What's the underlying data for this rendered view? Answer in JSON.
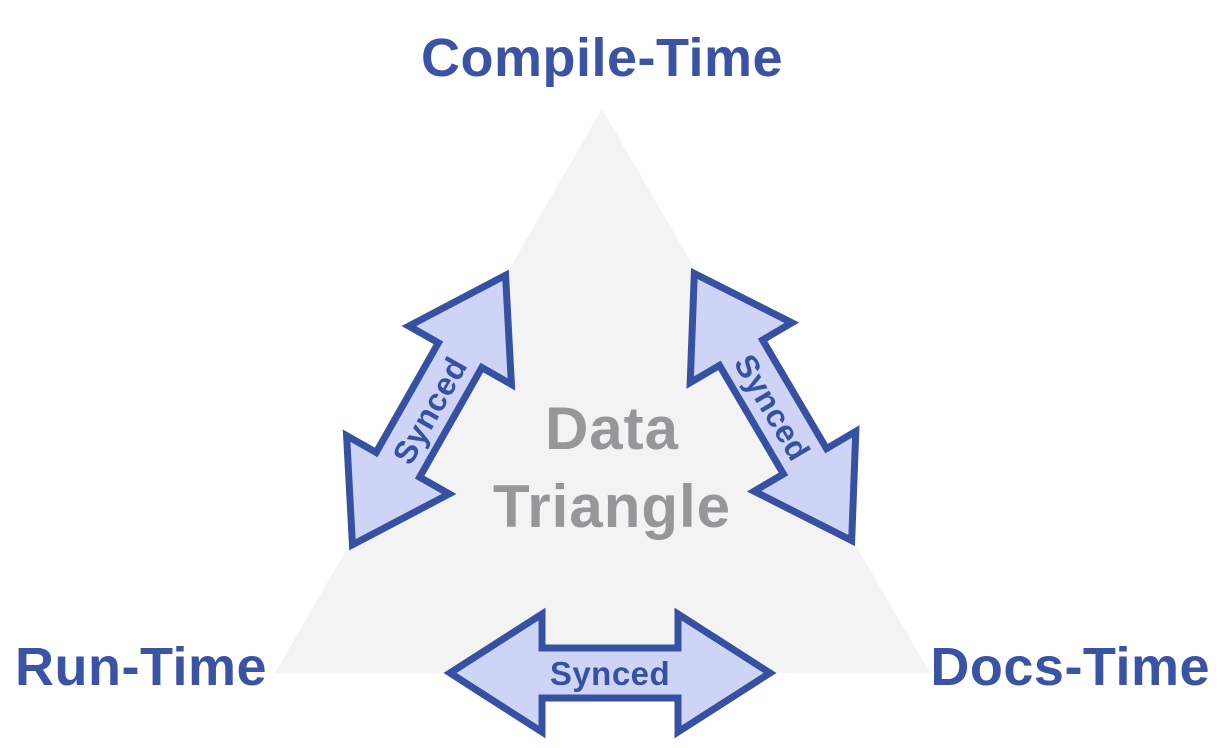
{
  "diagram": {
    "vertex_top": "Compile-Time",
    "vertex_bottom_left": "Run-Time",
    "vertex_bottom_right": "Docs-Time",
    "center_line1": "Data",
    "center_line2": "Triangle",
    "arrow_left_label": "Synced",
    "arrow_right_label": "Synced",
    "arrow_bottom_label": "Synced"
  },
  "colors": {
    "label-blue": "#3a53a4",
    "center-gray": "#97979a",
    "triangle-fill": "#f3f3f4",
    "arrow-fill": "#cdd4f6",
    "arrow-stroke": "#3650a2",
    "background": "#ffffff"
  }
}
